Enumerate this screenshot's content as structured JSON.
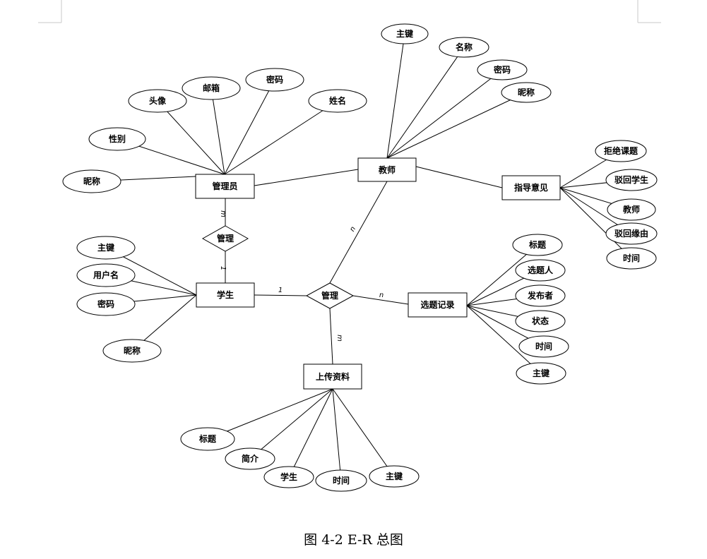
{
  "entities": {
    "admin": "管理员",
    "teacher": "教师",
    "student": "学生",
    "feedback": "指导意见",
    "selection": "选题记录",
    "upload": "上传资料"
  },
  "relationships": {
    "admin_student": "管理",
    "main": "管理"
  },
  "attributes": {
    "admin": [
      "头像",
      "邮箱",
      "密码",
      "姓名",
      "性别",
      "昵称"
    ],
    "teacher": [
      "主键",
      "名称",
      "密码",
      "昵称"
    ],
    "feedback": [
      "拒绝课题",
      "驳回学生",
      "教师",
      "驳回缘由",
      "时间"
    ],
    "student": [
      "主键",
      "用户名",
      "密码",
      "昵称"
    ],
    "selection": [
      "标题",
      "选题人",
      "发布者",
      "状态",
      "时间",
      "主键"
    ],
    "upload": [
      "标题",
      "简介",
      "学生",
      "时间",
      "主键"
    ]
  },
  "cardinalities": {
    "admin_side": "m",
    "student_side_of_admin": "1",
    "teacher_side": "n",
    "student_side": "1",
    "selection_side": "n",
    "upload_side": "m"
  },
  "caption": "图 4-2 E-R 总图"
}
